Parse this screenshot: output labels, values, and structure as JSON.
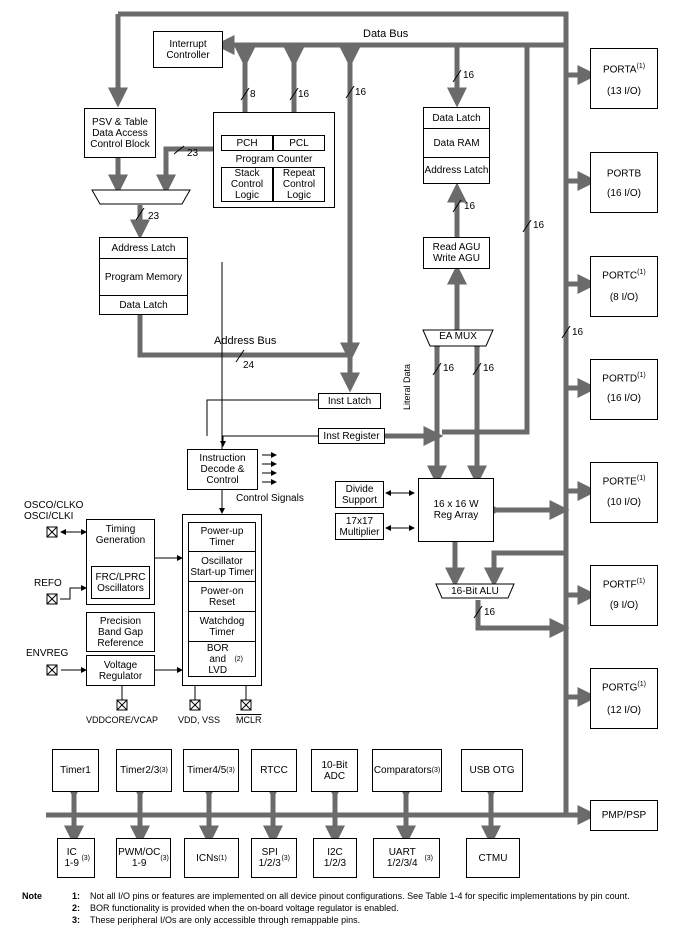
{
  "buses": {
    "data_bus": "Data Bus",
    "address_bus": "Address Bus"
  },
  "widths": {
    "w8": "8",
    "w16": "16",
    "w23": "23",
    "w24": "24"
  },
  "blocks": {
    "interrupt": "Interrupt Controller",
    "psv": "PSV & Table Data Access Control Block",
    "pch": "PCH",
    "pcl": "PCL",
    "program_counter": "Program Counter",
    "stack": "Stack Control Logic",
    "repeat": "Repeat Control Logic",
    "addr_latch": "Address Latch",
    "prog_mem": "Program Memory",
    "data_latch_pm": "Data Latch",
    "data_latch_ram": "Data Latch",
    "data_ram": "Data RAM",
    "addr_latch_ram": "Address Latch",
    "agu": "Read AGU Write AGU",
    "ea_mux": "EA MUX",
    "literal_data": "Literal Data",
    "inst_latch": "Inst Latch",
    "inst_register": "Inst Register",
    "decode": "Instruction Decode & Control",
    "control_signals": "Control Signals",
    "divide": "Divide Support",
    "multiplier": "17x17 Multiplier",
    "wreg": "16 x 16 W Reg Array",
    "alu": "16-Bit ALU",
    "timing": "Timing Generation",
    "frc": "FRC/LPRC Oscillators",
    "precision": "Precision Band Gap Reference",
    "vreg": "Voltage Regulator",
    "powerup": "Power-up Timer",
    "ost": "Oscillator Start-up Timer",
    "por": "Power-on Reset",
    "wdt": "Watchdog Timer",
    "bor": "BOR and LVD",
    "bor_sup": "(2)"
  },
  "pins": {
    "osco": "OSCO/CLKO",
    "osci": "OSCI/CLKI",
    "refo": "REFO",
    "envreg": "ENVREG",
    "vddcore": "VDDCORE/VCAP",
    "vddvss": "VDD, VSS",
    "mclr": "MCLR"
  },
  "ports": [
    {
      "name": "PORTA",
      "sup": "(1)",
      "io": "(13 I/O)"
    },
    {
      "name": "PORTB",
      "sup": "",
      "io": "(16 I/O)"
    },
    {
      "name": "PORTC",
      "sup": "(1)",
      "io": "(8 I/O)"
    },
    {
      "name": "PORTD",
      "sup": "(1)",
      "io": "(16 I/O)"
    },
    {
      "name": "PORTE",
      "sup": "(1)",
      "io": "(10 I/O)"
    },
    {
      "name": "PORTF",
      "sup": "(1)",
      "io": "(9 I/O)"
    },
    {
      "name": "PORTG",
      "sup": "(1)",
      "io": "(12 I/O)"
    }
  ],
  "pmp": "PMP/PSP",
  "peripherals_top": [
    {
      "name": "Timer1",
      "sup": ""
    },
    {
      "name": "Timer2/3",
      "sup": "(3)"
    },
    {
      "name": "Timer4/5",
      "sup": "(3)"
    },
    {
      "name": "RTCC",
      "sup": ""
    },
    {
      "name": "10-Bit ADC",
      "sup": ""
    },
    {
      "name": "Comparators",
      "sup": "(3)"
    },
    {
      "name": "USB OTG",
      "sup": ""
    }
  ],
  "peripherals_bottom": [
    {
      "name": "IC 1-9",
      "sup": "(3)"
    },
    {
      "name": "PWM/OC 1-9",
      "sup": "(3)"
    },
    {
      "name": "ICNs",
      "sup": "(1)"
    },
    {
      "name": "SPI 1/2/3",
      "sup": "(3)"
    },
    {
      "name": "I2C 1/2/3",
      "sup": ""
    },
    {
      "name": "UART 1/2/3/4",
      "sup": "(3)"
    },
    {
      "name": "CTMU",
      "sup": ""
    }
  ],
  "notes": {
    "title": "Note",
    "items": [
      {
        "num": "1:",
        "text": "Not all I/O pins or features are implemented on all device pinout configurations. See Table 1-4 for specific implementations by pin count."
      },
      {
        "num": "2:",
        "text": "BOR functionality is provided when the on-board voltage regulator is enabled."
      },
      {
        "num": "3:",
        "text": "These peripheral I/Os are only accessible through remappable pins."
      }
    ]
  }
}
